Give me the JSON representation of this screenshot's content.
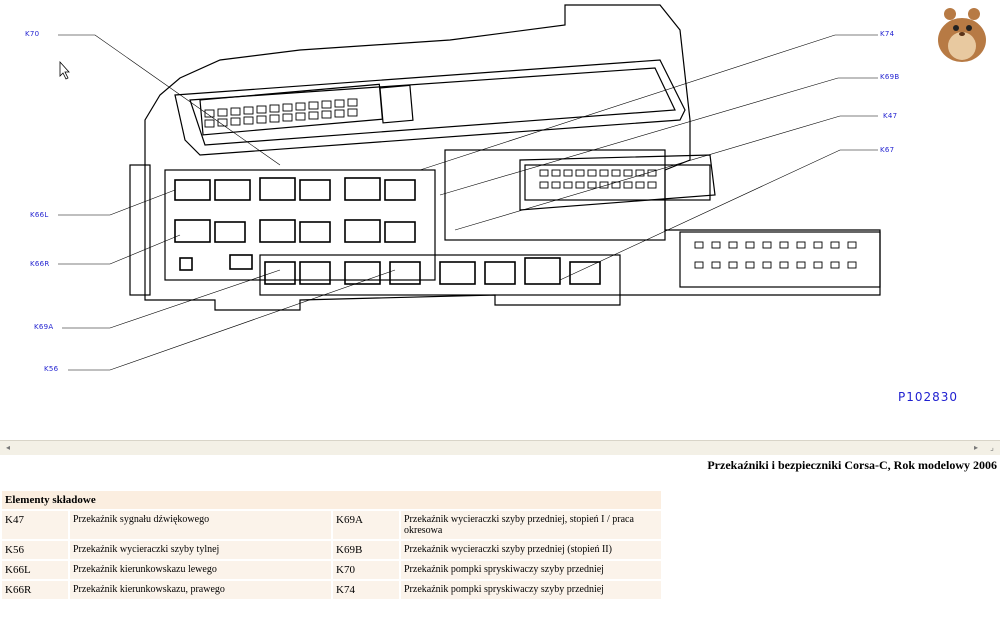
{
  "diagram": {
    "callouts": [
      {
        "id": "K70",
        "label": "K70"
      },
      {
        "id": "K74",
        "label": "K74"
      },
      {
        "id": "K69B",
        "label": "K69B"
      },
      {
        "id": "K47",
        "label": "K47"
      },
      {
        "id": "K67",
        "label": "K67"
      },
      {
        "id": "K66L",
        "label": "K66L"
      },
      {
        "id": "K66R",
        "label": "K66R"
      },
      {
        "id": "K69A",
        "label": "K69A"
      },
      {
        "id": "K56",
        "label": "K56"
      }
    ],
    "part_number": "P102830"
  },
  "caption": "Przekaźniki i bezpieczniki Corsa-C, Rok modelowy 2006",
  "components": {
    "heading": "Elementy składowe",
    "rows": [
      {
        "code1": "K47",
        "desc1": "Przekaźnik sygnału dźwiękowego",
        "code2": "K69A",
        "desc2": "Przekaźnik wycieraczki szyby przedniej, stopień I / praca okresowa"
      },
      {
        "code1": "K56",
        "desc1": "Przekaźnik wycieraczki szyby tylnej",
        "code2": "K69B",
        "desc2": "Przekaźnik wycieraczki szyby przedniej (stopień II)"
      },
      {
        "code1": "K66L",
        "desc1": "Przekaźnik kierunkowskazu lewego",
        "code2": "K70",
        "desc2": "Przekaźnik pompki spryskiwaczy szyby przedniej"
      },
      {
        "code1": "K66R",
        "desc1": "Przekaźnik kierunkowskazu, prawego",
        "code2": "K74",
        "desc2": "Przekaźnik pompki spryskiwaczy szyby przedniej"
      }
    ]
  },
  "colors": {
    "callout": "#1f1fd0",
    "table_header_bg": "#fbeee0",
    "table_cell_bg": "#fbf3ea"
  },
  "icons": [
    "mouse-cursor-icon",
    "mascot-hamster-icon",
    "scroll-left-icon",
    "scroll-right-icon",
    "resize-grip-icon"
  ]
}
